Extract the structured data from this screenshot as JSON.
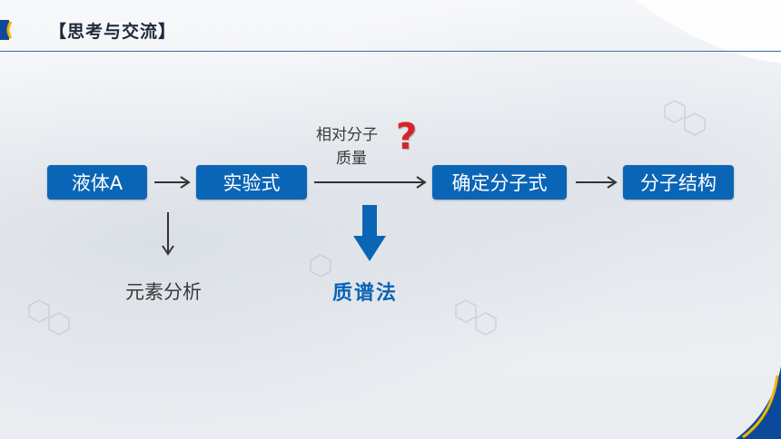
{
  "header": {
    "title": "【思考与交流】"
  },
  "flow": {
    "liquid": "液体A",
    "empirical": "实验式",
    "determine": "确定分子式",
    "structure": "分子结构"
  },
  "labels": {
    "relative_mass_line1": "相对分子",
    "relative_mass_line2": "质量",
    "elemental": "元素分析",
    "method": "质谱法",
    "question": "?"
  },
  "colors": {
    "accent": "#0b65b6",
    "question": "#d8232a",
    "accent_yellow": "#f4b400"
  }
}
